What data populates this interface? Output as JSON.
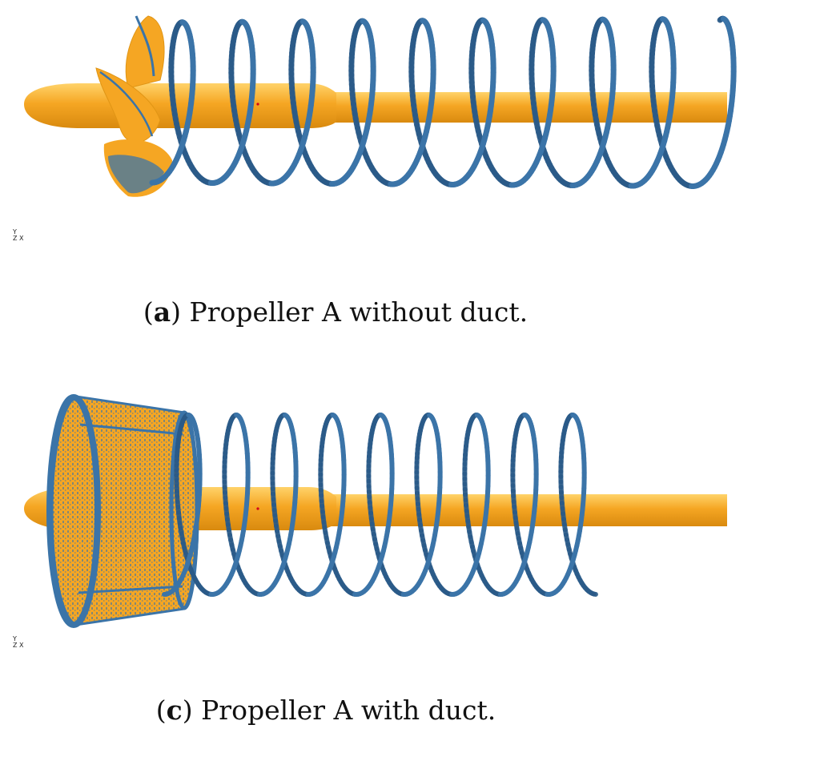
{
  "figure": {
    "panels": [
      {
        "id": "a",
        "label": "a",
        "caption_text": "Propeller A without duct.",
        "axes": {
          "y": "Y",
          "z": "Z",
          "x": "X"
        }
      },
      {
        "id": "c",
        "label": "c",
        "caption_text": "Propeller A with duct.",
        "axes": {
          "y": "Y",
          "z": "Z",
          "x": "X"
        }
      }
    ]
  },
  "colors": {
    "hub": "#f5a623",
    "hub_highlight": "#ffd36a",
    "hub_shadow": "#d98a0f",
    "vortex": "#3b74a8",
    "vortex_dark": "#2a5a88",
    "marker": "#d0021b"
  }
}
